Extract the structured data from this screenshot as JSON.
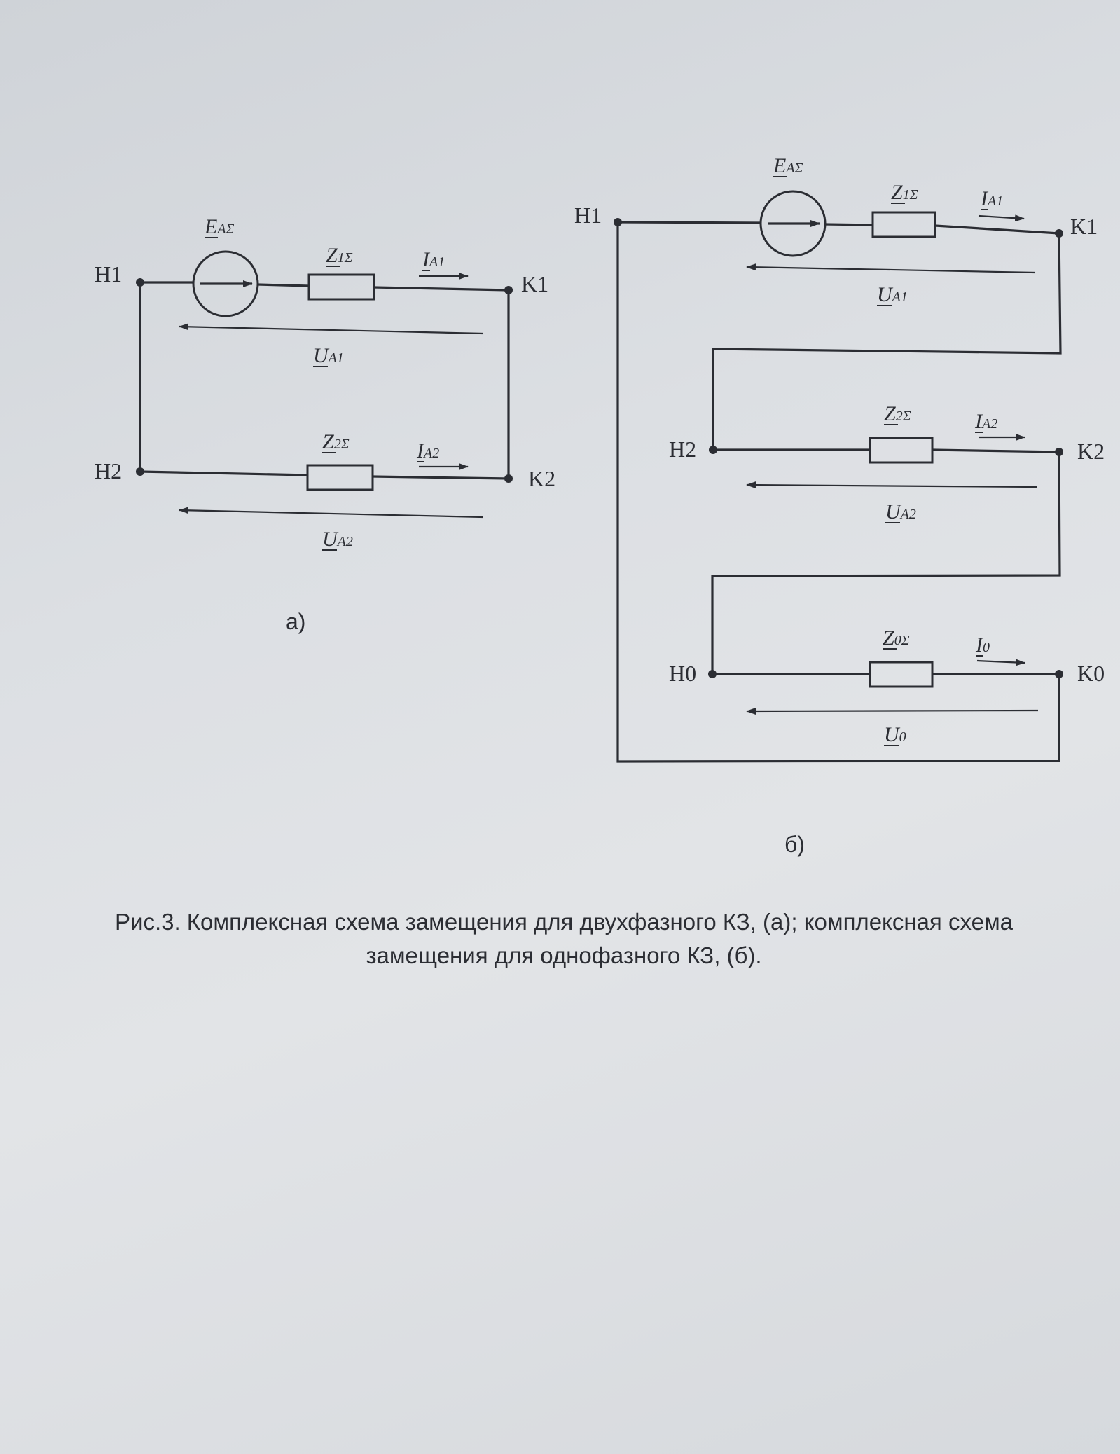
{
  "diagram_a": {
    "nodes": {
      "h1": "H1",
      "h2": "H2",
      "k1": "K1",
      "k2": "K2"
    },
    "source": {
      "sym": "E",
      "sub": "AΣ"
    },
    "z1": {
      "sym": "Z",
      "sub": "1Σ"
    },
    "i1": {
      "sym": "I",
      "sub": "A1"
    },
    "u1": {
      "sym": "U",
      "sub": "A1"
    },
    "z2": {
      "sym": "Z",
      "sub": "2Σ"
    },
    "i2": {
      "sym": "I",
      "sub": "A2"
    },
    "u2": {
      "sym": "U",
      "sub": "A2"
    },
    "label": "а)"
  },
  "diagram_b": {
    "nodes": {
      "h1": "H1",
      "h2": "H2",
      "h0": "H0",
      "k1": "K1",
      "k2": "K2",
      "k0": "K0"
    },
    "source": {
      "sym": "E",
      "sub": "AΣ"
    },
    "z1": {
      "sym": "Z",
      "sub": "1Σ"
    },
    "i1": {
      "sym": "I",
      "sub": "A1"
    },
    "u1": {
      "sym": "U",
      "sub": "A1"
    },
    "z2": {
      "sym": "Z",
      "sub": "2Σ"
    },
    "i2": {
      "sym": "I",
      "sub": "A2"
    },
    "u2": {
      "sym": "U",
      "sub": "A2"
    },
    "z0": {
      "sym": "Z",
      "sub": "0Σ"
    },
    "i0": {
      "sym": "I",
      "sub": "0"
    },
    "u0": {
      "sym": "U",
      "sub": "0"
    },
    "label": "б)"
  },
  "caption": {
    "line1": "Рис.3. Комплексная схема замещения для двухфазного КЗ, (а); комплексная схема",
    "line2": "замещения для однофазного КЗ, (б)."
  }
}
